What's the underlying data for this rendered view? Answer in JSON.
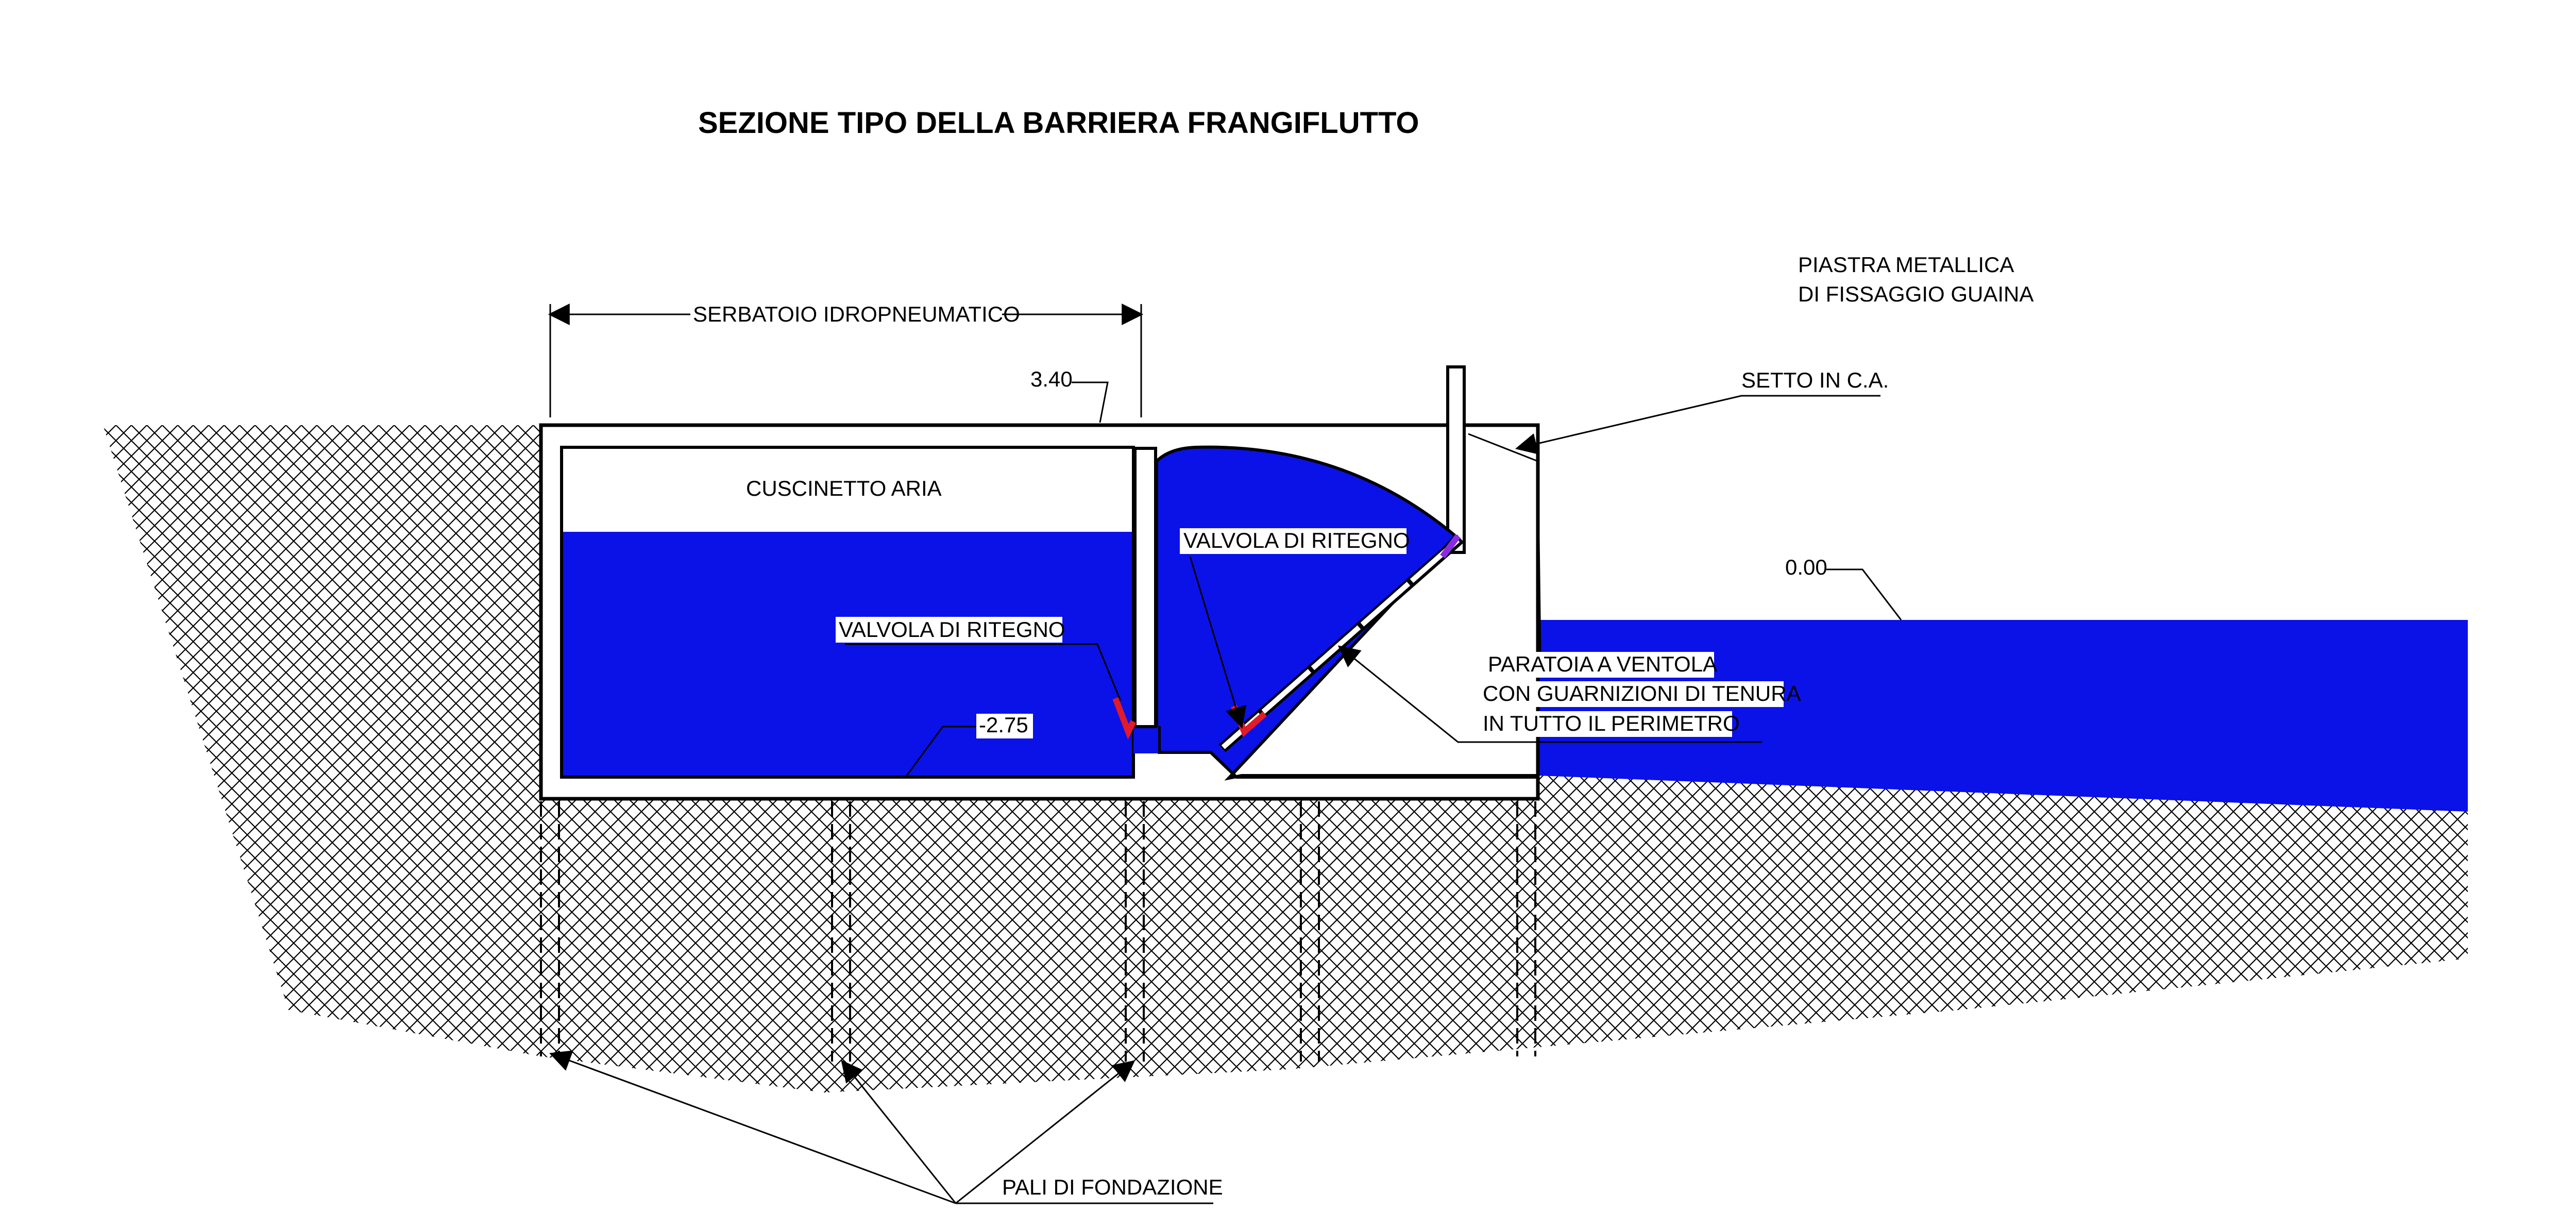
{
  "title": "SEZIONE TIPO  DELLA  BARRIERA  FRANGIFLUTTO",
  "labels": {
    "serbatoio": "SERBATOIO IDROPNEUMATICO",
    "cuscinetto": "CUSCINETTO ARIA",
    "valvola_left": "VALVOLA DI RITEGNO",
    "valvola_right": "VALVOLA DI RITEGNO",
    "piastra_line1": "PIASTRA METALLICA",
    "piastra_line2": "DI FISSAGGIO GUAINA",
    "setto": "SETTO IN C.A.",
    "paratoia_line1": "PARATOIA A VENTOLA",
    "paratoia_line2": "CON GUARNIZIONI DI TENURA",
    "paratoia_line3": "IN TUTTO IL PERIMETRO",
    "pali": "PALI DI FONDAZIONE"
  },
  "levels": {
    "top": "3.40",
    "sea": "0.00",
    "bottom": "-2.75"
  },
  "colors": {
    "water": "#0a12e8",
    "valve": "#e01b2a",
    "soil_hatch": "#000000",
    "structure": "#000000"
  }
}
